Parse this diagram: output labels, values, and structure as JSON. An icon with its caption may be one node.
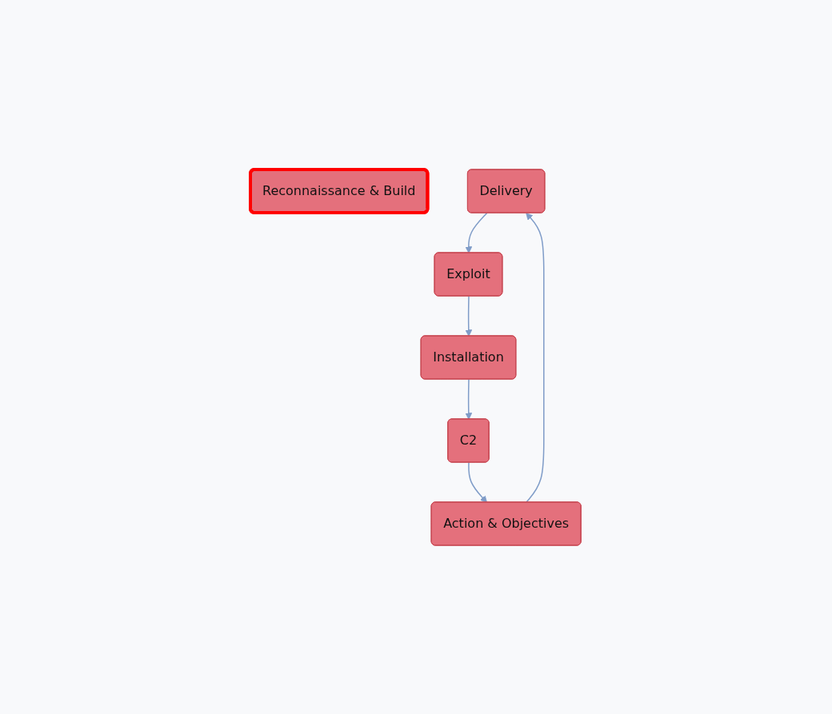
{
  "diagram": {
    "nodes": [
      {
        "text": [
          "Reconnaissance & Build"
        ]
      },
      {
        "text": [
          "Delivery"
        ]
      },
      {
        "text": [
          "Exploit"
        ]
      },
      {
        "text": [
          "Installation"
        ]
      },
      {
        "text": [
          "C2"
        ]
      },
      {
        "text": [
          "Action & Objectives"
        ]
      }
    ],
    "edges": [
      {
        "from": 1,
        "to": 2,
        "arrow": "to"
      },
      {
        "from": 2,
        "to": 3,
        "arrow": "to"
      },
      {
        "from": 3,
        "to": 4,
        "arrow": "to"
      },
      {
        "from": 4,
        "to": 5,
        "arrow": "to"
      },
      {
        "from": 5,
        "to": 1,
        "arrow": "to"
      }
    ]
  }
}
